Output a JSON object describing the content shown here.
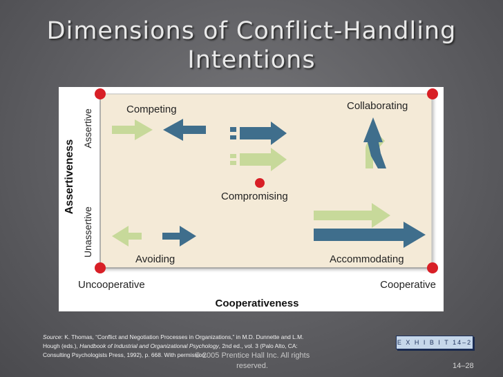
{
  "slide": {
    "title_line1": "Dimensions of Conflict-Handling",
    "title_line2": "Intentions",
    "exhibit_label": "E X H I B I T 14–2",
    "page_number": "14–28",
    "copyright_line1": "© 2005 Prentice Hall Inc. All rights",
    "copyright_line2": "reserved."
  },
  "source": {
    "label": "Source",
    "pre_italic": ": K. Thomas, “Conflict and Negotiation Processes in Organizations,” in M.D. Dunnette and L.M. Hough (eds.), ",
    "italic": "Handbook of Industrial and Organizational Psychology",
    "post_italic": ", 2nd ed., vol. 3 (Palo Alto, CA: Consulting Psychologists Press, 1992), p. 668. With permission."
  },
  "diagram": {
    "y_axis_title": "Assertiveness",
    "y_high": "Assertive",
    "y_low": "Unassertive",
    "x_axis_title": "Cooperativeness",
    "x_low": "Uncooperative",
    "x_high": "Cooperative",
    "modes": {
      "competing": "Competing",
      "collaborating": "Collaborating",
      "compromising": "Compromising",
      "avoiding": "Avoiding",
      "accommodating": "Accommodating"
    },
    "colors": {
      "panel": "#f4ead7",
      "light_arrow": "#c7d99a",
      "dark_arrow": "#3f6e8c",
      "dot": "#d81f26"
    }
  }
}
